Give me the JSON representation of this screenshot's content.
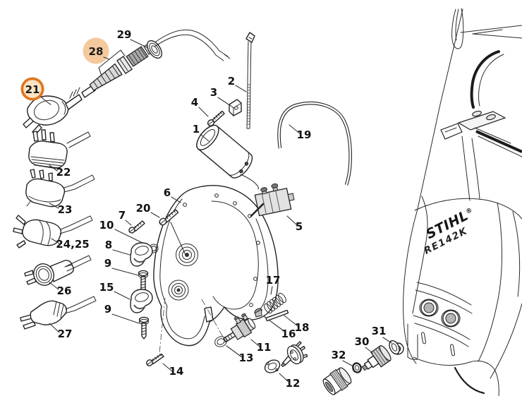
{
  "machine_label": {
    "brand": "STIHL",
    "trademark": "®",
    "model": "RE142K"
  },
  "colors": {
    "callout_ring": "#e0751f",
    "callout_selected_fill": "#fbe3c6",
    "callout_highlight_fill": "#f4c99e",
    "ink": "#1e1e1e"
  },
  "callouts": {
    "c21": "21",
    "c28": "28"
  },
  "part_labels": {
    "p1": "1",
    "p2": "2",
    "p3": "3",
    "p4": "4",
    "p5": "5",
    "p6": "6",
    "p7": "7",
    "p8": "8",
    "p9a": "9",
    "p9b": "9",
    "p10": "10",
    "p11": "11",
    "p12": "12",
    "p13": "13",
    "p14": "14",
    "p15": "15",
    "p16": "16",
    "p17": "17",
    "p18": "18",
    "p19": "19",
    "p20": "20",
    "p22": "22",
    "p23": "23",
    "p24_25": "24,25",
    "p26": "26",
    "p27": "27",
    "p29": "29",
    "p30": "30",
    "p31": "31",
    "p32": "32"
  }
}
